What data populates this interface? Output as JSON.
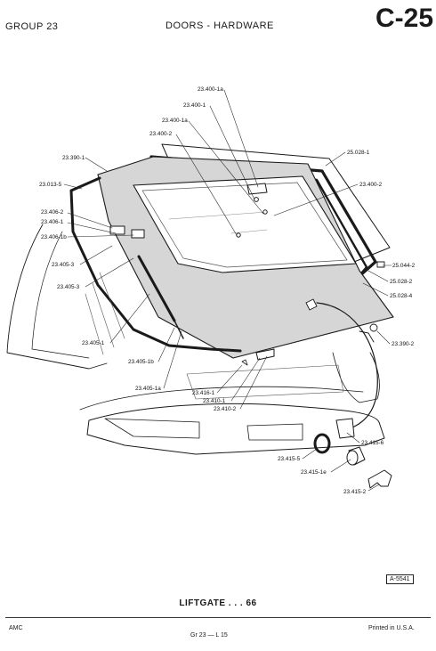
{
  "header": {
    "group": "GROUP 23",
    "section": "DOORS - HARDWARE",
    "page": "C-25"
  },
  "labels": {
    "l23400_1a_top": "23.400-1a",
    "l23400_1_top": "23.400-1",
    "l23400_1a_mid": "23.400-1a",
    "l23400_2_top": "23.400-2",
    "l23390_1": "23.390-1",
    "l23013_5": "23.013-5",
    "l23406_2": "23.406-2",
    "l23406_1": "23.406-1",
    "l23406_1b": "23.406-1b",
    "l23405_3a": "23.405-3",
    "l23405_3b": "23.405-3",
    "l23405_1": "23.405-1",
    "l23405_1b": "23.405-1b",
    "l23405_1a": "23.405-1a",
    "l23416_1": "23.416-1",
    "l23410_1": "23.410-1",
    "l23410_2": "23.410-2",
    "l25028_1": "25.028-1",
    "l23400_2_right": "23.400-2",
    "l25044_2": "25.044-2",
    "l25028_2": "25.028-2",
    "l25028_4": "25.028-4",
    "l23390_2": "23.390-2",
    "l23415_6": "23.415-6",
    "l23415_5": "23.415-5",
    "l23415_1e": "23.415-1e",
    "l23415_2": "23.415-2"
  },
  "figure_code": "A-5541",
  "caption": "LIFTGATE . . . 66",
  "footer": {
    "maker": "AMC",
    "ref": "Gr 23 — L 15",
    "printed": "Printed in U.S.A."
  }
}
